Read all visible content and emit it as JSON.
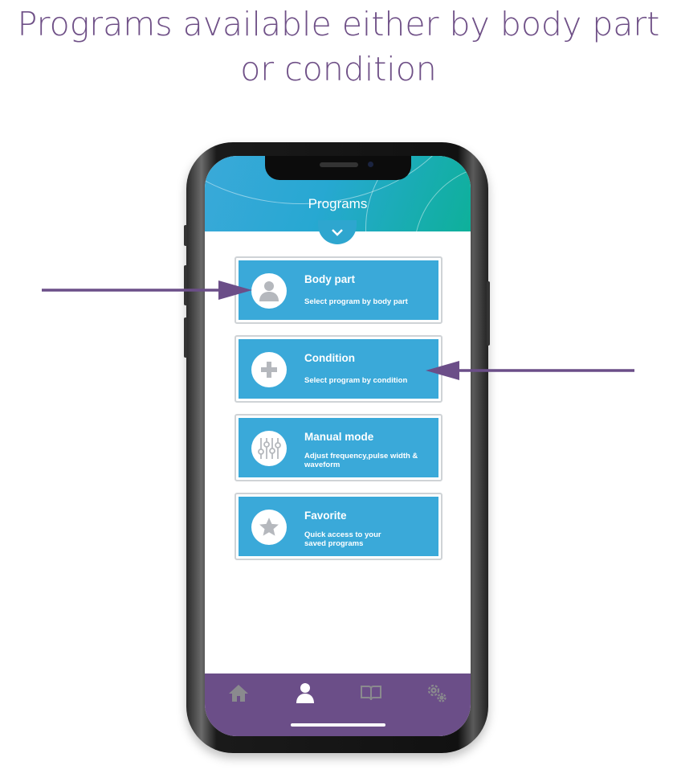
{
  "headline": {
    "line1": "Programs available either by body part",
    "line2": "or condition"
  },
  "app": {
    "title": "Programs",
    "cards": [
      {
        "title": "Body part",
        "subtitle": "Select program by body part",
        "icon": "person-icon"
      },
      {
        "title": "Condition",
        "subtitle": "Select program by condition",
        "icon": "plus-icon"
      },
      {
        "title": "Manual mode",
        "subtitle": "Adjust frequency,pulse width & waveform",
        "icon": "sliders-icon"
      },
      {
        "title": "Favorite",
        "subtitle": "Quick access to your saved programs",
        "icon": "star-icon"
      }
    ],
    "nav": [
      "home-icon",
      "person-icon",
      "book-icon",
      "gears-icon"
    ],
    "active_nav": 1
  },
  "colors": {
    "accent": "#3aa9d9",
    "nav": "#6b4e88",
    "arrow": "#6b4e88",
    "headline": "#6f5087"
  }
}
